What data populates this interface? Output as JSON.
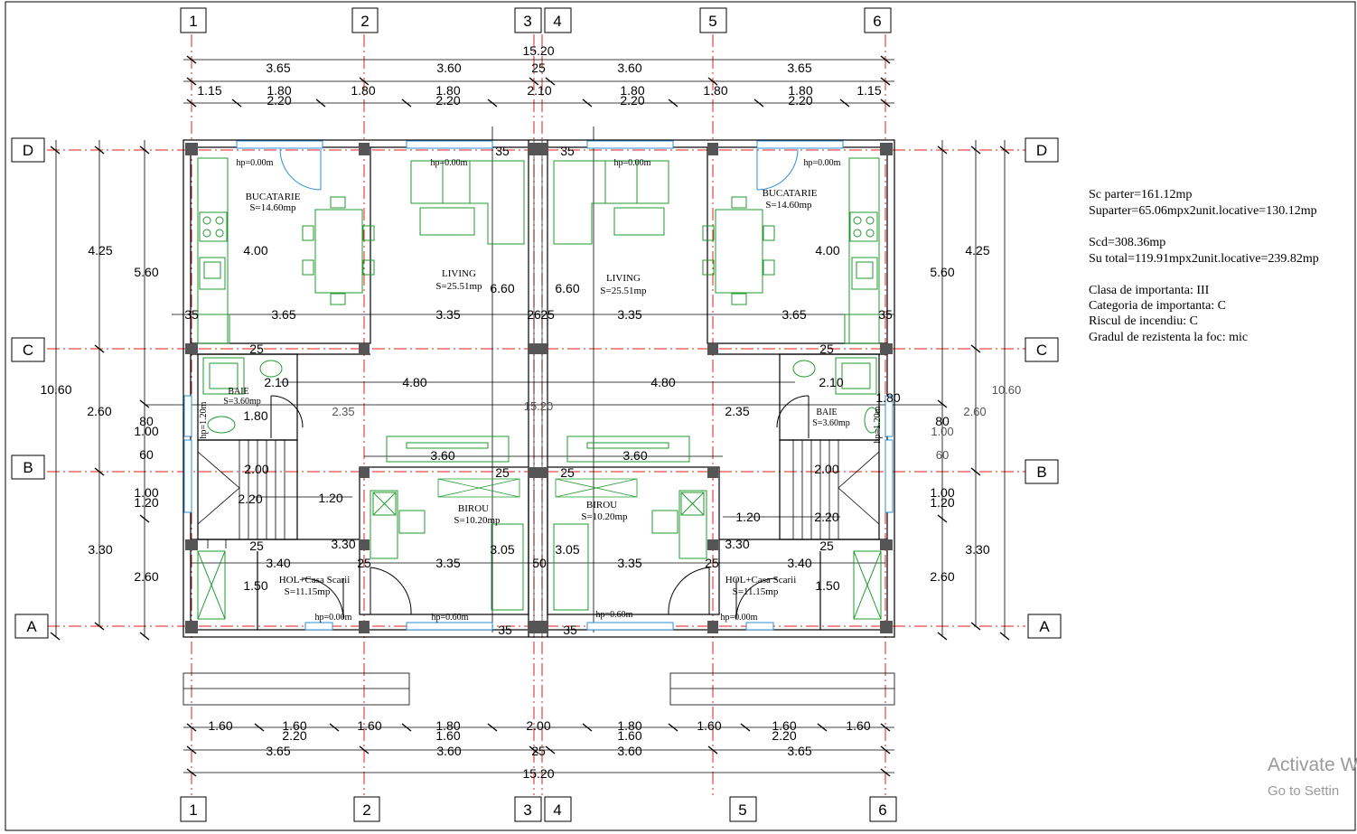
{
  "axes": {
    "top": [
      "1",
      "2",
      "3",
      "4",
      "5",
      "6"
    ],
    "bottom": [
      "1",
      "2",
      "3",
      "4",
      "5",
      "6"
    ],
    "left": [
      "D",
      "C",
      "B",
      "A"
    ],
    "right": [
      "D",
      "C",
      "B",
      "A"
    ]
  },
  "top_dims": {
    "overall": "15.20",
    "row2": [
      "3.65",
      "3.60",
      "25",
      "3.60",
      "3.65"
    ],
    "row3": [
      "1.15",
      "1.80",
      "1.80",
      "1.80",
      "2.10",
      "1.80",
      "1.80",
      "1.80",
      "1.15"
    ],
    "row3_sub": [
      "2.20",
      "2.20",
      "2.20",
      "2.20"
    ]
  },
  "bottom_dims": {
    "overall": "15.20",
    "row2": [
      "3.65",
      "3.60",
      "25",
      "3.60",
      "3.65"
    ],
    "row1": [
      "1.60",
      "1.60",
      "1.60",
      "1.80",
      "2.00",
      "1.80",
      "1.60",
      "1.60",
      "1.60"
    ],
    "row1_sub": [
      "2.20",
      "1.60",
      "1.60",
      "2.20"
    ]
  },
  "left_dims": {
    "overall": "10.60",
    "a": [
      "4.25",
      "2.60",
      "3.30"
    ],
    "b": [
      "5.60",
      "2.60"
    ],
    "c": [
      "80",
      "1.00",
      "60",
      "1.00",
      "1.20"
    ]
  },
  "right_dims": {
    "overall": "10.60",
    "a": [
      "4.25",
      "2.60",
      "3.30"
    ],
    "b": [
      "5.60",
      "2.60"
    ],
    "c": [
      "80",
      "1.00",
      "60",
      "1.00",
      "1.20"
    ]
  },
  "rooms": {
    "kitchen_left": {
      "name": "BUCATARIE",
      "area": "S=14.60mp"
    },
    "kitchen_right": {
      "name": "BUCATARIE",
      "area": "S=14.60mp"
    },
    "living_left": {
      "name": "LIVING",
      "area": "S=25.51mp"
    },
    "living_right": {
      "name": "LIVING",
      "area": "S=25.51mp"
    },
    "bath_left": {
      "name": "BAIE",
      "area": "S=3.60mp"
    },
    "bath_right": {
      "name": "BAIE",
      "area": "S=3.60mp"
    },
    "office_left": {
      "name": "BIROU",
      "area": "S=10.20mp"
    },
    "office_right": {
      "name": "BIROU",
      "area": "S=10.20mp"
    },
    "hall_left": {
      "name": "HOL+Casa Scarii",
      "area": "S=11.15mp"
    },
    "hall_right": {
      "name": "HOL+Casa Scarii",
      "area": "S=11.15mp"
    }
  },
  "inner_dims": {
    "k_l_w": "3.65",
    "k_l_h": "4.00",
    "liv_l_w": "3.35",
    "liv_l_h": "6.60",
    "k_r_w": "3.65",
    "k_r_h": "4.00",
    "liv_r_w": "3.35",
    "liv_r_h": "6.60",
    "t35": "35",
    "t25": "25",
    "t26": "26",
    "bath_w": "2.10",
    "bath_h": "1.80",
    "corr_l": "4.80",
    "corr_r": "4.80",
    "mid": "15.20",
    "st_l": "2.35",
    "st_r": "2.35",
    "desk_l": "3.60",
    "desk_r": "3.60",
    "b2": "2.00",
    "b22": "2.20",
    "b12": "1.20",
    "h340": "3.40",
    "h330": "3.30",
    "h335": "3.35",
    "h305": "3.05",
    "h50": "50",
    "h150": "1.50",
    "hp0": "hp=0.00m",
    "hp60": "hp=0.60m",
    "hp120": "hp=1.20m"
  },
  "notes": {
    "l1": "Sc parter=161.12mp",
    "l2": "Suparter=65.06mpx2unit.locative=130.12mp",
    "l3": "Scd=308.36mp",
    "l4": "Su total=119.91mpx2unit.locative=239.82mp",
    "l5": "Clasa de importanta: III",
    "l6": "Categoria de importanta: C",
    "l7": "Riscul de incendiu: C",
    "l8": "Gradul de rezistenta la foc: mic"
  },
  "watermark": {
    "line1": "Activate W",
    "line2": "Go to Settin"
  },
  "colors": {
    "axis": "#e0201c",
    "furniture": "#1f9a2e",
    "wall": "#000000",
    "window": "#2a8fd8"
  }
}
